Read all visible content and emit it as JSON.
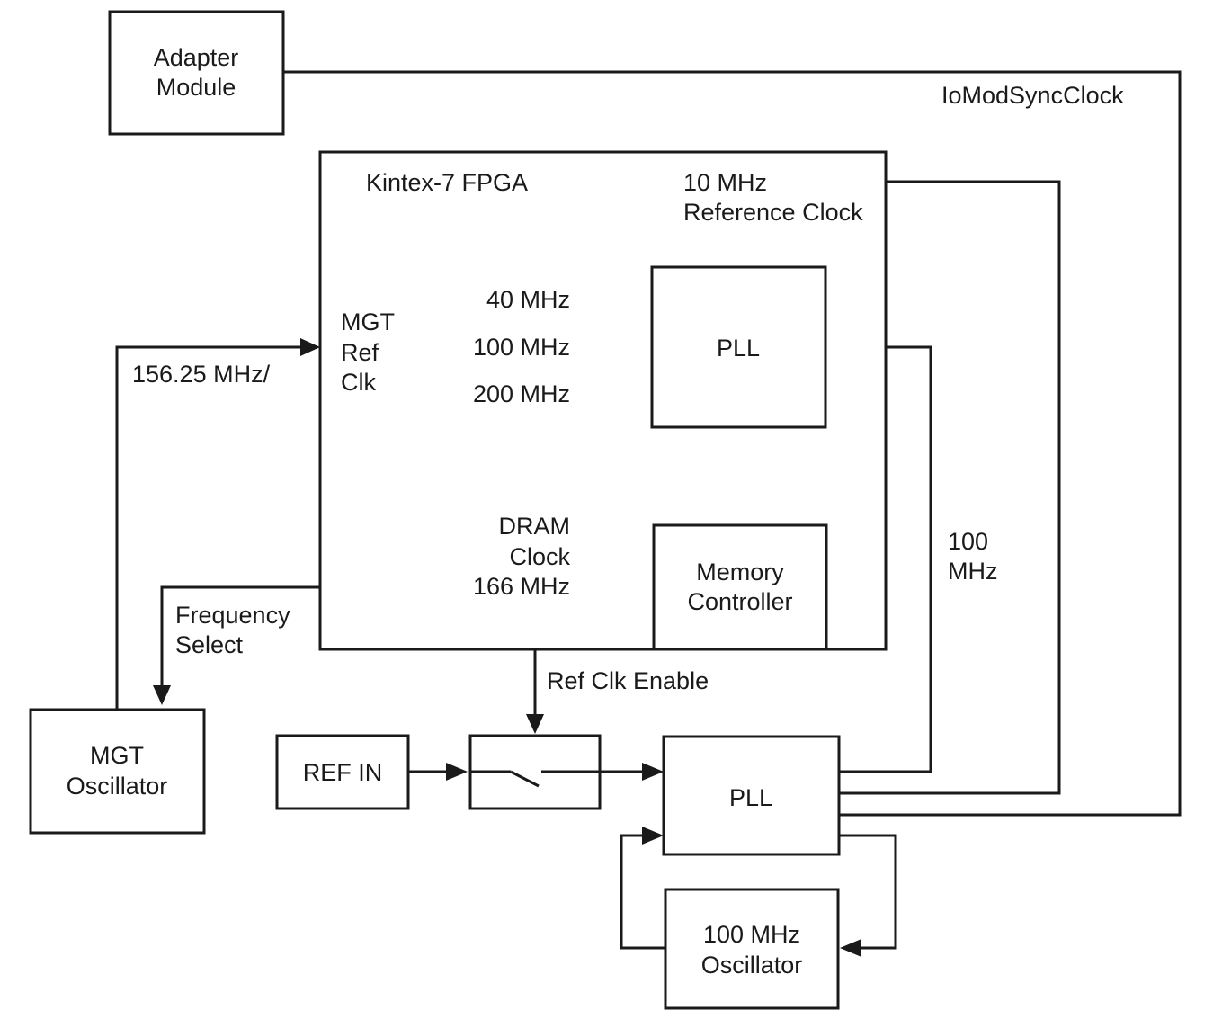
{
  "diagram": {
    "adapter_module": {
      "line1": "Adapter",
      "line2": "Module"
    },
    "fpga": {
      "title": "Kintex-7 FPGA",
      "ref_clock_line1": "10 MHz",
      "ref_clock_line2": "Reference Clock",
      "mgt_ref_clk_line1": "MGT",
      "mgt_ref_clk_line2": "Ref",
      "mgt_ref_clk_line3": "Clk",
      "pll_label": "PLL",
      "pll_outputs": [
        "40 MHz",
        "100 MHz",
        "200 MHz"
      ],
      "dram_line1": "DRAM",
      "dram_line2": "Clock",
      "dram_line3": "166 MHz",
      "memory_controller_line1": "Memory",
      "memory_controller_line2": "Controller"
    },
    "signals": {
      "io_mod_sync_clock": "IoModSyncClock",
      "mgt_freq": "156.25 MHz/",
      "frequency_select_line1": "Frequency",
      "frequency_select_line2": "Select",
      "ref_clk_enable": "Ref Clk Enable",
      "hundred_mhz_line1": "100",
      "hundred_mhz_line2": "MHz"
    },
    "mgt_oscillator": {
      "line1": "MGT",
      "line2": "Oscillator"
    },
    "ref_in": "REF IN",
    "main_pll": "PLL",
    "osc_100": {
      "line1": "100 MHz",
      "line2": "Oscillator"
    }
  }
}
